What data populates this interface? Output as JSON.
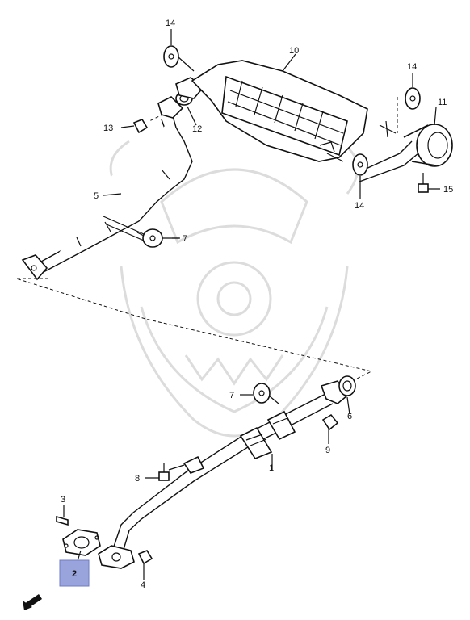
{
  "callouts": {
    "c1": "1",
    "c2": "2",
    "c3": "3",
    "c4": "4",
    "c5": "5",
    "c6": "6",
    "c7a": "7",
    "c7b": "7",
    "c8": "8",
    "c9": "9",
    "c10": "10",
    "c11": "11",
    "c12": "12",
    "c13": "13",
    "c14a": "14",
    "c14b": "14",
    "c14c": "14",
    "c15": "15"
  },
  "highlight": {
    "part": "2",
    "color": "#9aa4dc"
  },
  "icons": {
    "front_arrow": "front-arrow-icon",
    "watermark": "watermark-emblem"
  }
}
